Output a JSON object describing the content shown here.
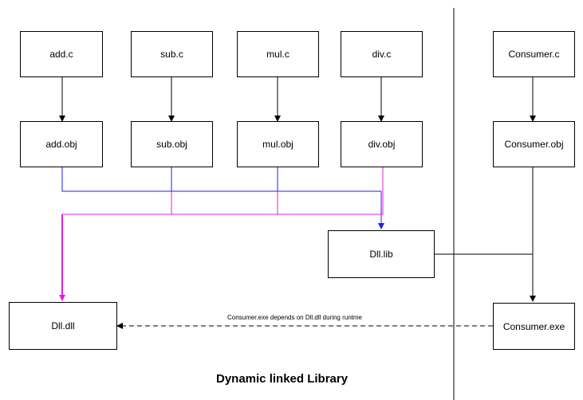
{
  "nodes": {
    "add_c": "add.c",
    "sub_c": "sub.c",
    "mul_c": "mul.c",
    "div_c": "div.c",
    "consumer_c": "Consumer.c",
    "add_obj": "add.obj",
    "sub_obj": "sub.obj",
    "mul_obj": "mul.obj",
    "div_obj": "div.obj",
    "consumer_obj": "Consumer.obj",
    "dll_lib": "Dll.lib",
    "dll_dll": "Dll.dll",
    "consumer_exe": "Consumer.exe"
  },
  "edge_label": "Consumer.exe depends on Dll.dll during runtme",
  "title": "Dynamic linked Library",
  "colors": {
    "lib_link": "#2020e0",
    "dll_link": "#e020e0",
    "default": "#000000"
  }
}
